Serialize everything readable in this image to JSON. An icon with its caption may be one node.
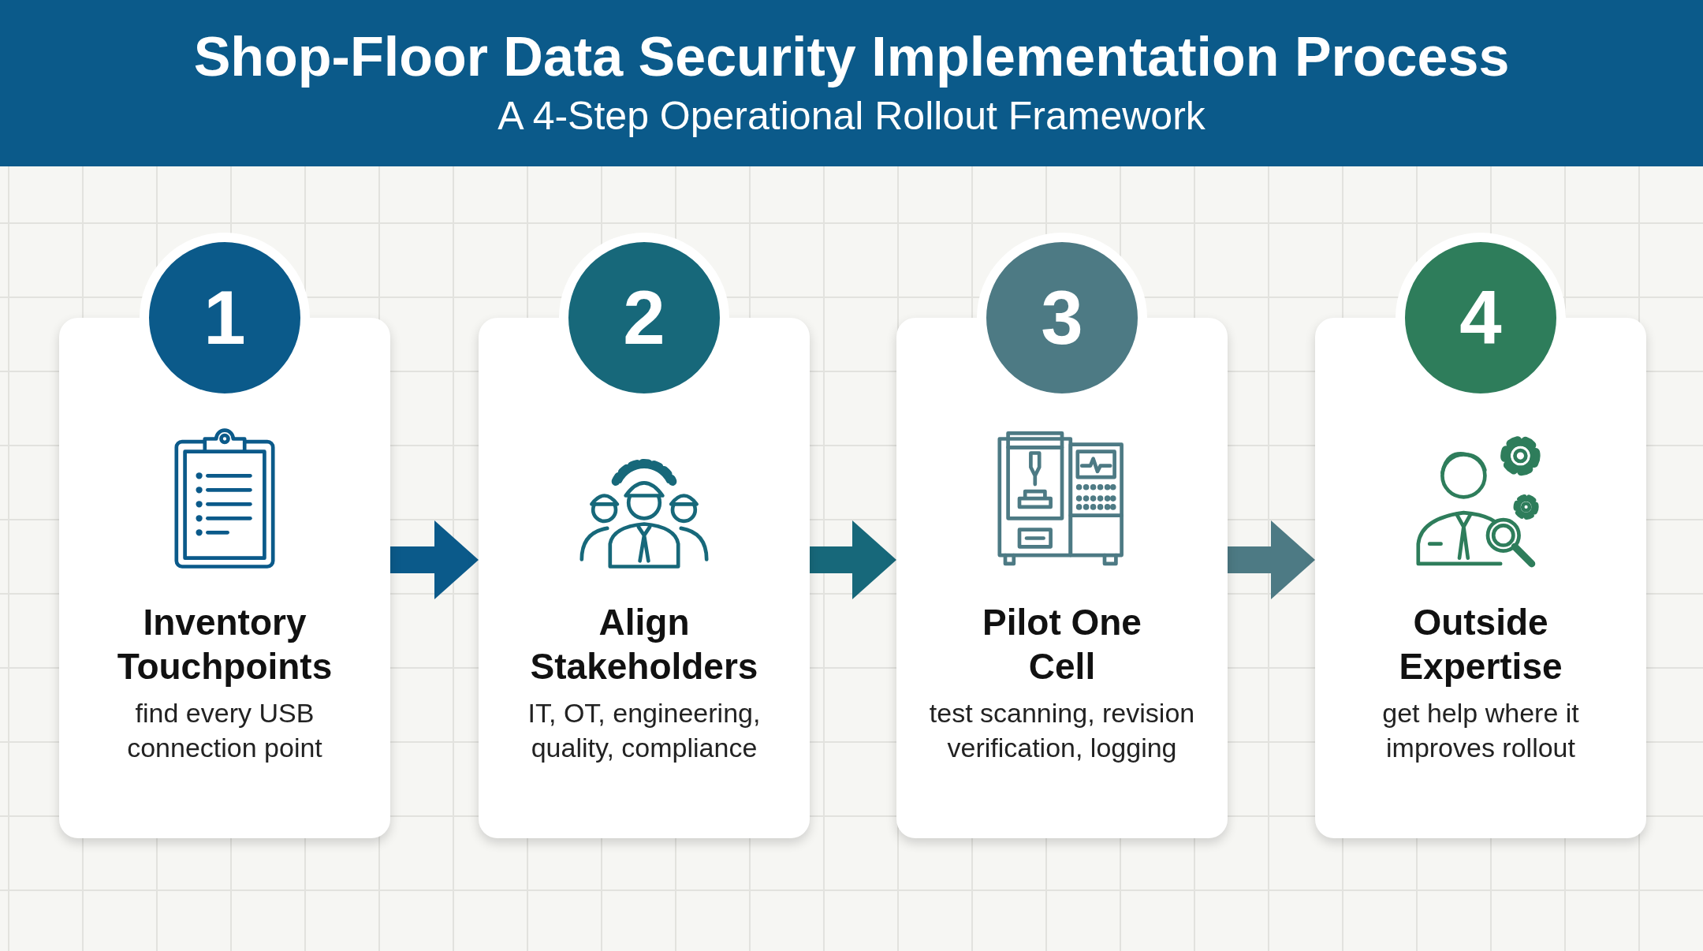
{
  "diagram": {
    "title": "Shop-Floor Data Security Implementation Process",
    "caption": "A 4-Step Operational Rollout Framework",
    "nodes": [
      {
        "text": [
          "1"
        ]
      },
      {
        "text": [
          "Inventory Touchpoints",
          "find every USB connection point"
        ]
      },
      {
        "text": [
          "2"
        ]
      },
      {
        "text": [
          "Align Stakeholders",
          "IT, OT, engineering, quality, compliance"
        ]
      },
      {
        "text": [
          "3"
        ]
      },
      {
        "text": [
          "Pilot One Cell",
          "test scanning, revision verification, logging"
        ]
      },
      {
        "text": [
          "4"
        ]
      },
      {
        "text": [
          "Outside Expertise",
          "get help where it improves rollout"
        ]
      }
    ],
    "edges": [
      {
        "from": 1,
        "to": 3,
        "arrow": "to",
        "color": "#0b5a8a"
      },
      {
        "from": 3,
        "to": 5,
        "arrow": "to",
        "color": "#17687a"
      },
      {
        "from": 5,
        "to": 7,
        "arrow": "to",
        "color": "#4d7a84"
      }
    ]
  }
}
